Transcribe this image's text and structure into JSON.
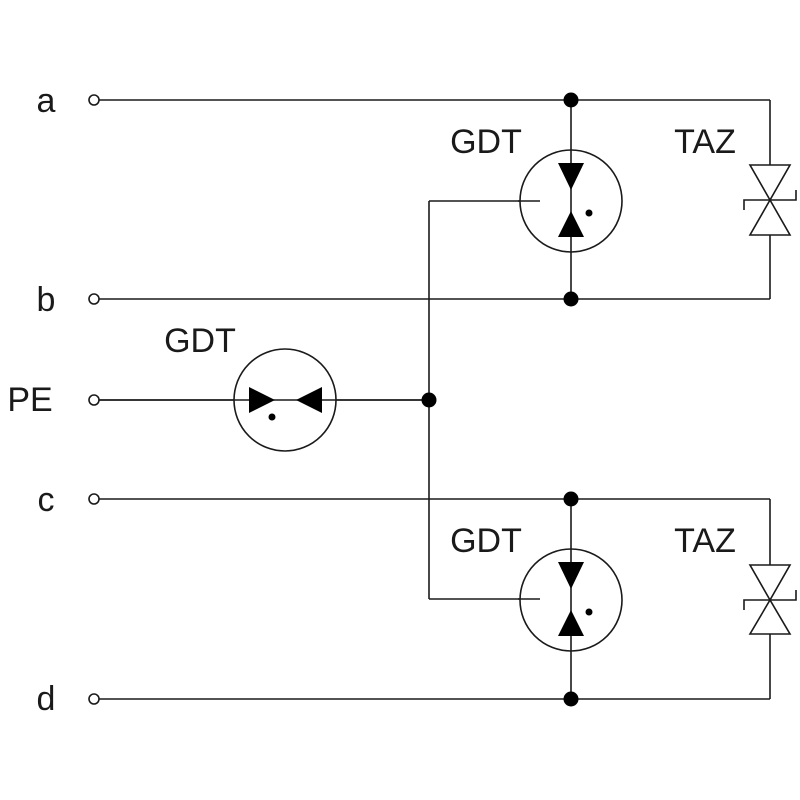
{
  "terminals": {
    "a": "a",
    "b": "b",
    "pe": "PE",
    "c": "c",
    "d": "d"
  },
  "components": {
    "gdt_top": "GDT",
    "taz_top": "TAZ",
    "gdt_pe": "GDT",
    "gdt_bottom": "GDT",
    "taz_bottom": "TAZ"
  },
  "colors": {
    "line": "#1a1a1a",
    "background": "#ffffff"
  }
}
